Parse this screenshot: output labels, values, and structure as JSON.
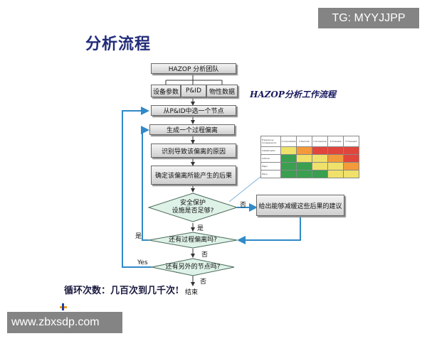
{
  "watermarks": {
    "top": "TG: MYYJJPP",
    "bottom": "www.zbxsdp.com"
  },
  "title": "分析流程",
  "right_caption": "HAZOP分析工作流程",
  "boxes": {
    "team": "HAZOP 分析团队",
    "equipment": "设备参数",
    "pid": "P&ID",
    "property": "物性数据",
    "node": "从P&ID中选一个节点",
    "deviation": "生成一个过程偏离",
    "cause": "识别导致该偏离的原因",
    "consequence": "确定该偏离所能产生的后果",
    "suggest": "给出能够减缓这些后果的建议"
  },
  "decisions": {
    "safeguard_line1": "安全保护",
    "safeguard_line2": "设施是否足够?",
    "more_deviation": "还有过程偏离吗?",
    "more_node": "还有另外的节点吗?"
  },
  "edge_labels": {
    "no1": "否",
    "yes1": "是",
    "yes2": "是",
    "no2": "否",
    "yes3": "Yes",
    "no3": "否",
    "end": "结束"
  },
  "cycle_note": "循环次数：几百次到几千次!",
  "risk_matrix": {
    "header": [
      "Frequency/ Consequence",
      "1",
      "2",
      "3",
      "4",
      "5"
    ],
    "header_sub": [
      "",
      "Improbable",
      "Remote",
      "Occasional",
      "Probable",
      "Frequent"
    ],
    "rows": [
      {
        "label": "Catastrophic",
        "colors": [
          "y",
          "o",
          "r",
          "r",
          "r"
        ]
      },
      {
        "label": "Critical",
        "colors": [
          "g",
          "y",
          "y",
          "o",
          "r"
        ]
      },
      {
        "label": "Major",
        "colors": [
          "g",
          "g",
          "y",
          "y",
          "o"
        ]
      },
      {
        "label": "Minor",
        "colors": [
          "g",
          "g",
          "g",
          "y",
          "y"
        ]
      }
    ]
  },
  "colors": {
    "arrow": "#2f8ac8",
    "title": "#222c7a",
    "box_border": "#6a6a6a"
  }
}
